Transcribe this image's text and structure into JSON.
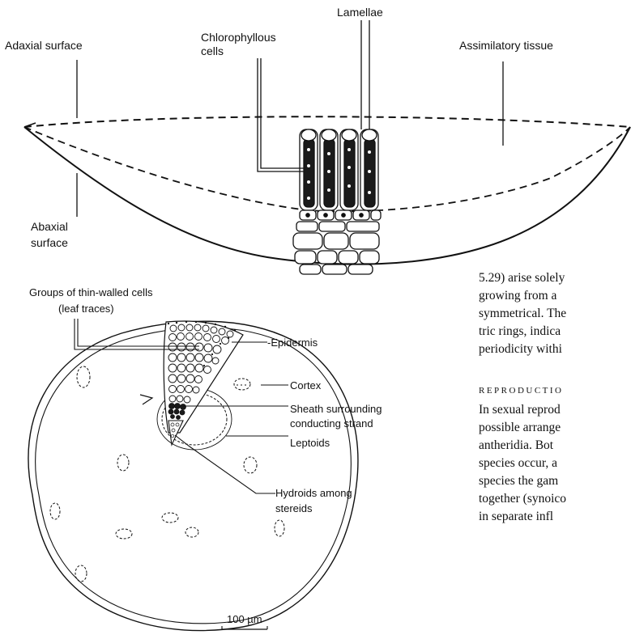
{
  "upper_figure": {
    "labels": {
      "lamellae": "Lamellae",
      "chlorophyllous_1": "Chlorophyllous",
      "chlorophyllous_2": "cells",
      "adaxial": "Adaxial surface",
      "assimilatory": "Assimilatory tissue",
      "abaxial_1": "Abaxial",
      "abaxial_2": "surface"
    }
  },
  "lower_figure": {
    "labels": {
      "groups_1": "Groups of thin-walled cells",
      "groups_2": "(leaf traces)",
      "epidermis": "-Epidermis",
      "cortex": "Cortex",
      "sheath_1": "Sheath surrounding",
      "sheath_2": "conducting strand",
      "leptoids": "Leptoids",
      "hydroids_1": "Hydroids among",
      "hydroids_2": "stereids",
      "scale": "100 µm"
    }
  },
  "side_text": {
    "line1": "5.29) arise solely",
    "line2": "growing from a",
    "line3": "symmetrical. The",
    "line4": "tric rings, indica",
    "line5": "periodicity withi",
    "heading": "REPRODUCTIO",
    "line6": "In sexual reprod",
    "line7": "possible arrange",
    "line8": "antheridia. Bot",
    "line9": "species occur, a",
    "line10": "species the gam",
    "line11": "together (synoico",
    "line12": "in separate infl"
  }
}
